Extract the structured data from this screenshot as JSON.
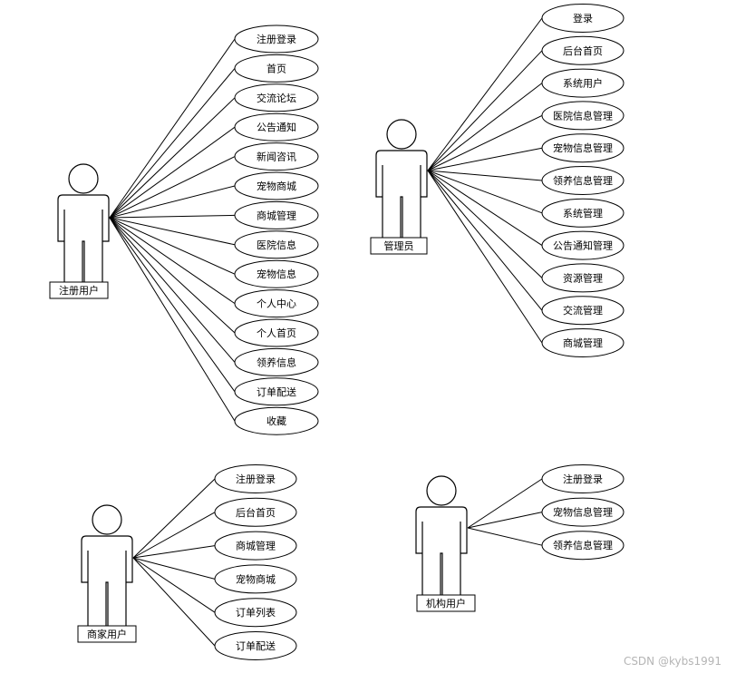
{
  "actors": [
    {
      "id": "registered-user",
      "label": "注册用户",
      "use_cases": [
        "注册登录",
        "首页",
        "交流论坛",
        "公告通知",
        "新闻咨讯",
        "宠物商城",
        "商城管理",
        "医院信息",
        "宠物信息",
        "个人中心",
        "个人首页",
        "领养信息",
        "订单配送",
        "收藏"
      ]
    },
    {
      "id": "admin",
      "label": "管理员",
      "use_cases": [
        "登录",
        "后台首页",
        "系统用户",
        "医院信息管理",
        "宠物信息管理",
        "领养信息管理",
        "系统管理",
        "公告通知管理",
        "资源管理",
        "交流管理",
        "商城管理"
      ]
    },
    {
      "id": "merchant-user",
      "label": "商家用户",
      "use_cases": [
        "注册登录",
        "后台首页",
        "商城管理",
        "宠物商城",
        "订单列表",
        "订单配送"
      ]
    },
    {
      "id": "org-user",
      "label": "机构用户",
      "use_cases": [
        "注册登录",
        "宠物信息管理",
        "领养信息管理"
      ]
    }
  ],
  "watermark": "CSDN @kybs1991"
}
